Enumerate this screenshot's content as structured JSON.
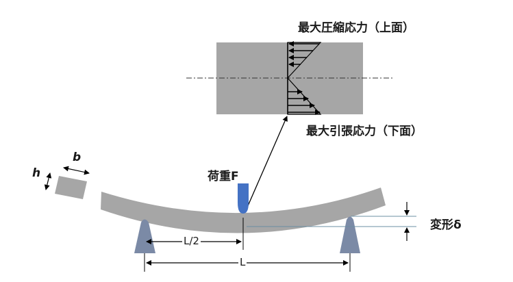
{
  "labels": {
    "max_compressive_stress": "最大圧縮応力（上面）",
    "max_tensile_stress": "最大引張応力（下面）",
    "load": "荷重F",
    "deflection": "変形δ",
    "half_span": "L/2",
    "span": "L",
    "width": "b",
    "height": "h"
  },
  "colors": {
    "beam_fill": "#a6a6a6",
    "support_fill": "#7b8aa6",
    "indenter_fill": "#4472c4",
    "line": "#000000",
    "guide_line": "#6b8fa3"
  }
}
